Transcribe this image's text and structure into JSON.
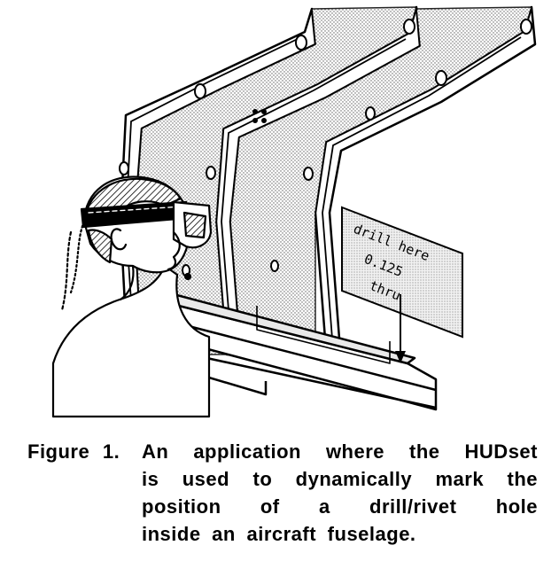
{
  "figure": {
    "label": "Figure 1.",
    "caption_lines": [
      "An application where the HUDset",
      "is used to dynamically mark the",
      "position of a drill/rivet hole",
      "inside an aircraft fuselage."
    ]
  },
  "hud_display": {
    "line1": "drill here",
    "line2": "0.125",
    "line3": "thru"
  }
}
